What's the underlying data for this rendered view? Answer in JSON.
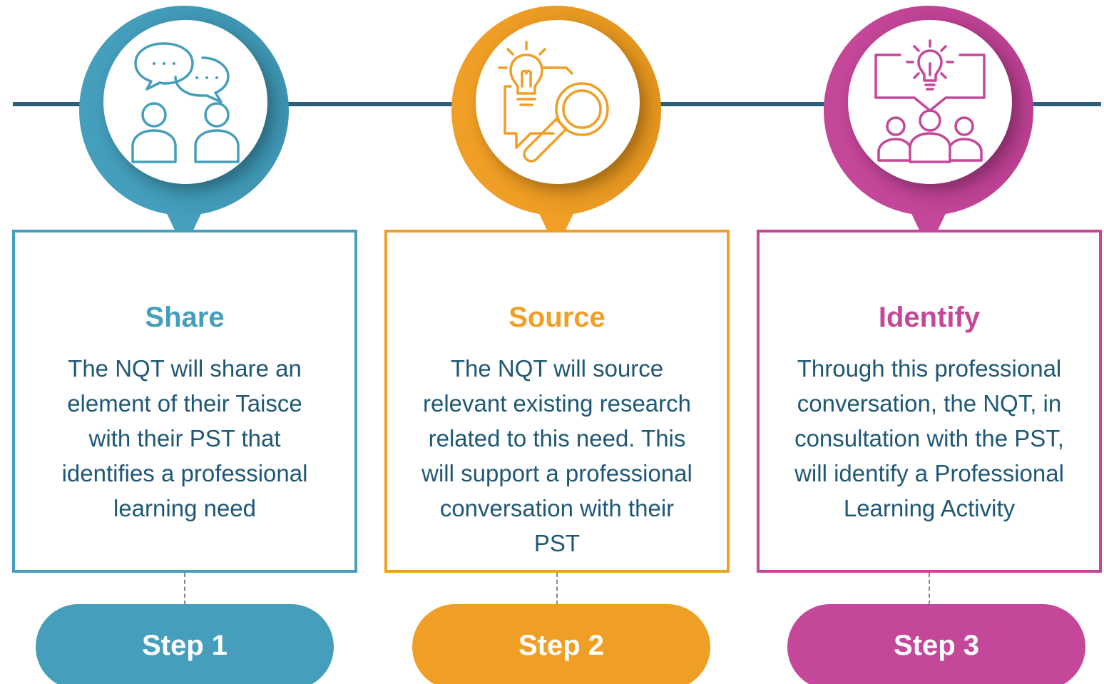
{
  "colors": {
    "timeline": "#2c5e7a",
    "body_text": "#1f5876"
  },
  "steps": [
    {
      "title": "Share",
      "body": "The NQT will share an element of their Taisce with their PST that identifies a professional learning need",
      "step_label": "Step 1",
      "icon": "conversation-people-icon",
      "color": "#459fbc",
      "dark_color": "#2f7c98"
    },
    {
      "title": "Source",
      "body": "The NQT will source relevant existing research related to this need. This will support a professional conversation with their PST",
      "step_label": "Step 2",
      "icon": "lightbulb-magnifier-icon",
      "color": "#f09f26",
      "dark_color": "#c97f10"
    },
    {
      "title": "Identify",
      "body": "Through this professional conversation, the NQT, in consultation with the PST, will identify a Professional Learning Activity",
      "step_label": "Step 3",
      "icon": "team-idea-icon",
      "color": "#c5479a",
      "dark_color": "#a02f7b"
    }
  ]
}
